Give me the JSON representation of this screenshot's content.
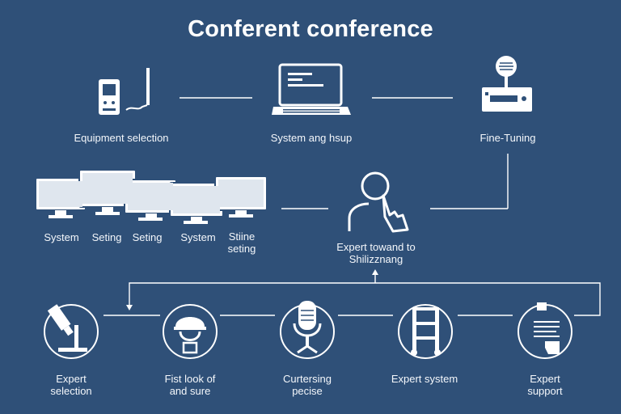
{
  "title": "Conferent conference",
  "top_row": [
    {
      "label": "Equipment selection",
      "icon": "phone-and-stylus-icon"
    },
    {
      "label": "System ang hsup",
      "icon": "laptop-icon"
    },
    {
      "label": "Fine-Tuning",
      "icon": "radio-device-icon"
    }
  ],
  "middle_row": {
    "monitor_labels": [
      "System",
      "Seting",
      "Seting",
      "System",
      "Stiine\nseting"
    ],
    "expert_label": "Expert towand to\nShilizznang"
  },
  "bottom_row": [
    {
      "label": "Expert\nselection",
      "icon": "microscope-icon"
    },
    {
      "label": "Fist look of\nand sure",
      "icon": "helmet-person-icon"
    },
    {
      "label": "Curtersing\npecise",
      "icon": "microphone-icon"
    },
    {
      "label": "Expert system",
      "icon": "ladder-icon"
    },
    {
      "label": "Expert\nsupport",
      "icon": "document-hand-icon"
    }
  ],
  "colors": {
    "background": "#2f5078",
    "line": "#ffffff"
  }
}
